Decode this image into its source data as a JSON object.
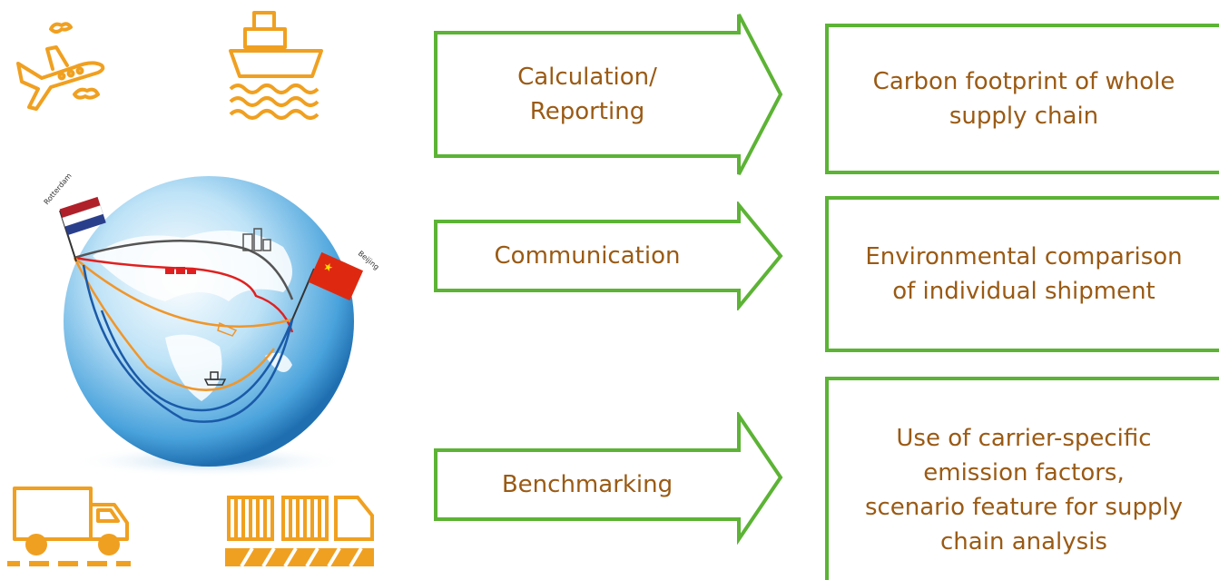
{
  "icons": {
    "plane": "airplane-icon",
    "ship": "ship-icon",
    "truck": "truck-icon",
    "train": "train-icon",
    "globe": "globe-illustration"
  },
  "globe": {
    "origin_label": "Rotterdam",
    "destination_label": "Beijing"
  },
  "arrows": [
    {
      "line1": "Calculation/",
      "line2": "Reporting"
    },
    {
      "line1": "Communication",
      "line2": ""
    },
    {
      "line1": "Benchmarking",
      "line2": ""
    }
  ],
  "outcomes": [
    {
      "lines": [
        "Carbon footprint of whole",
        "supply chain"
      ]
    },
    {
      "lines": [
        "Environmental comparison",
        "of individual shipment"
      ]
    },
    {
      "lines": [
        "Use of carrier-specific",
        "emission factors,",
        "scenario feature for supply",
        "chain analysis"
      ]
    }
  ],
  "colors": {
    "accent_green": "#5cb335",
    "text_brown": "#9a5a14",
    "icon_orange": "#f0a020",
    "route_red": "#e02020",
    "route_gray": "#555555",
    "route_orange": "#f0962a",
    "route_blue": "#1a5aa8"
  }
}
